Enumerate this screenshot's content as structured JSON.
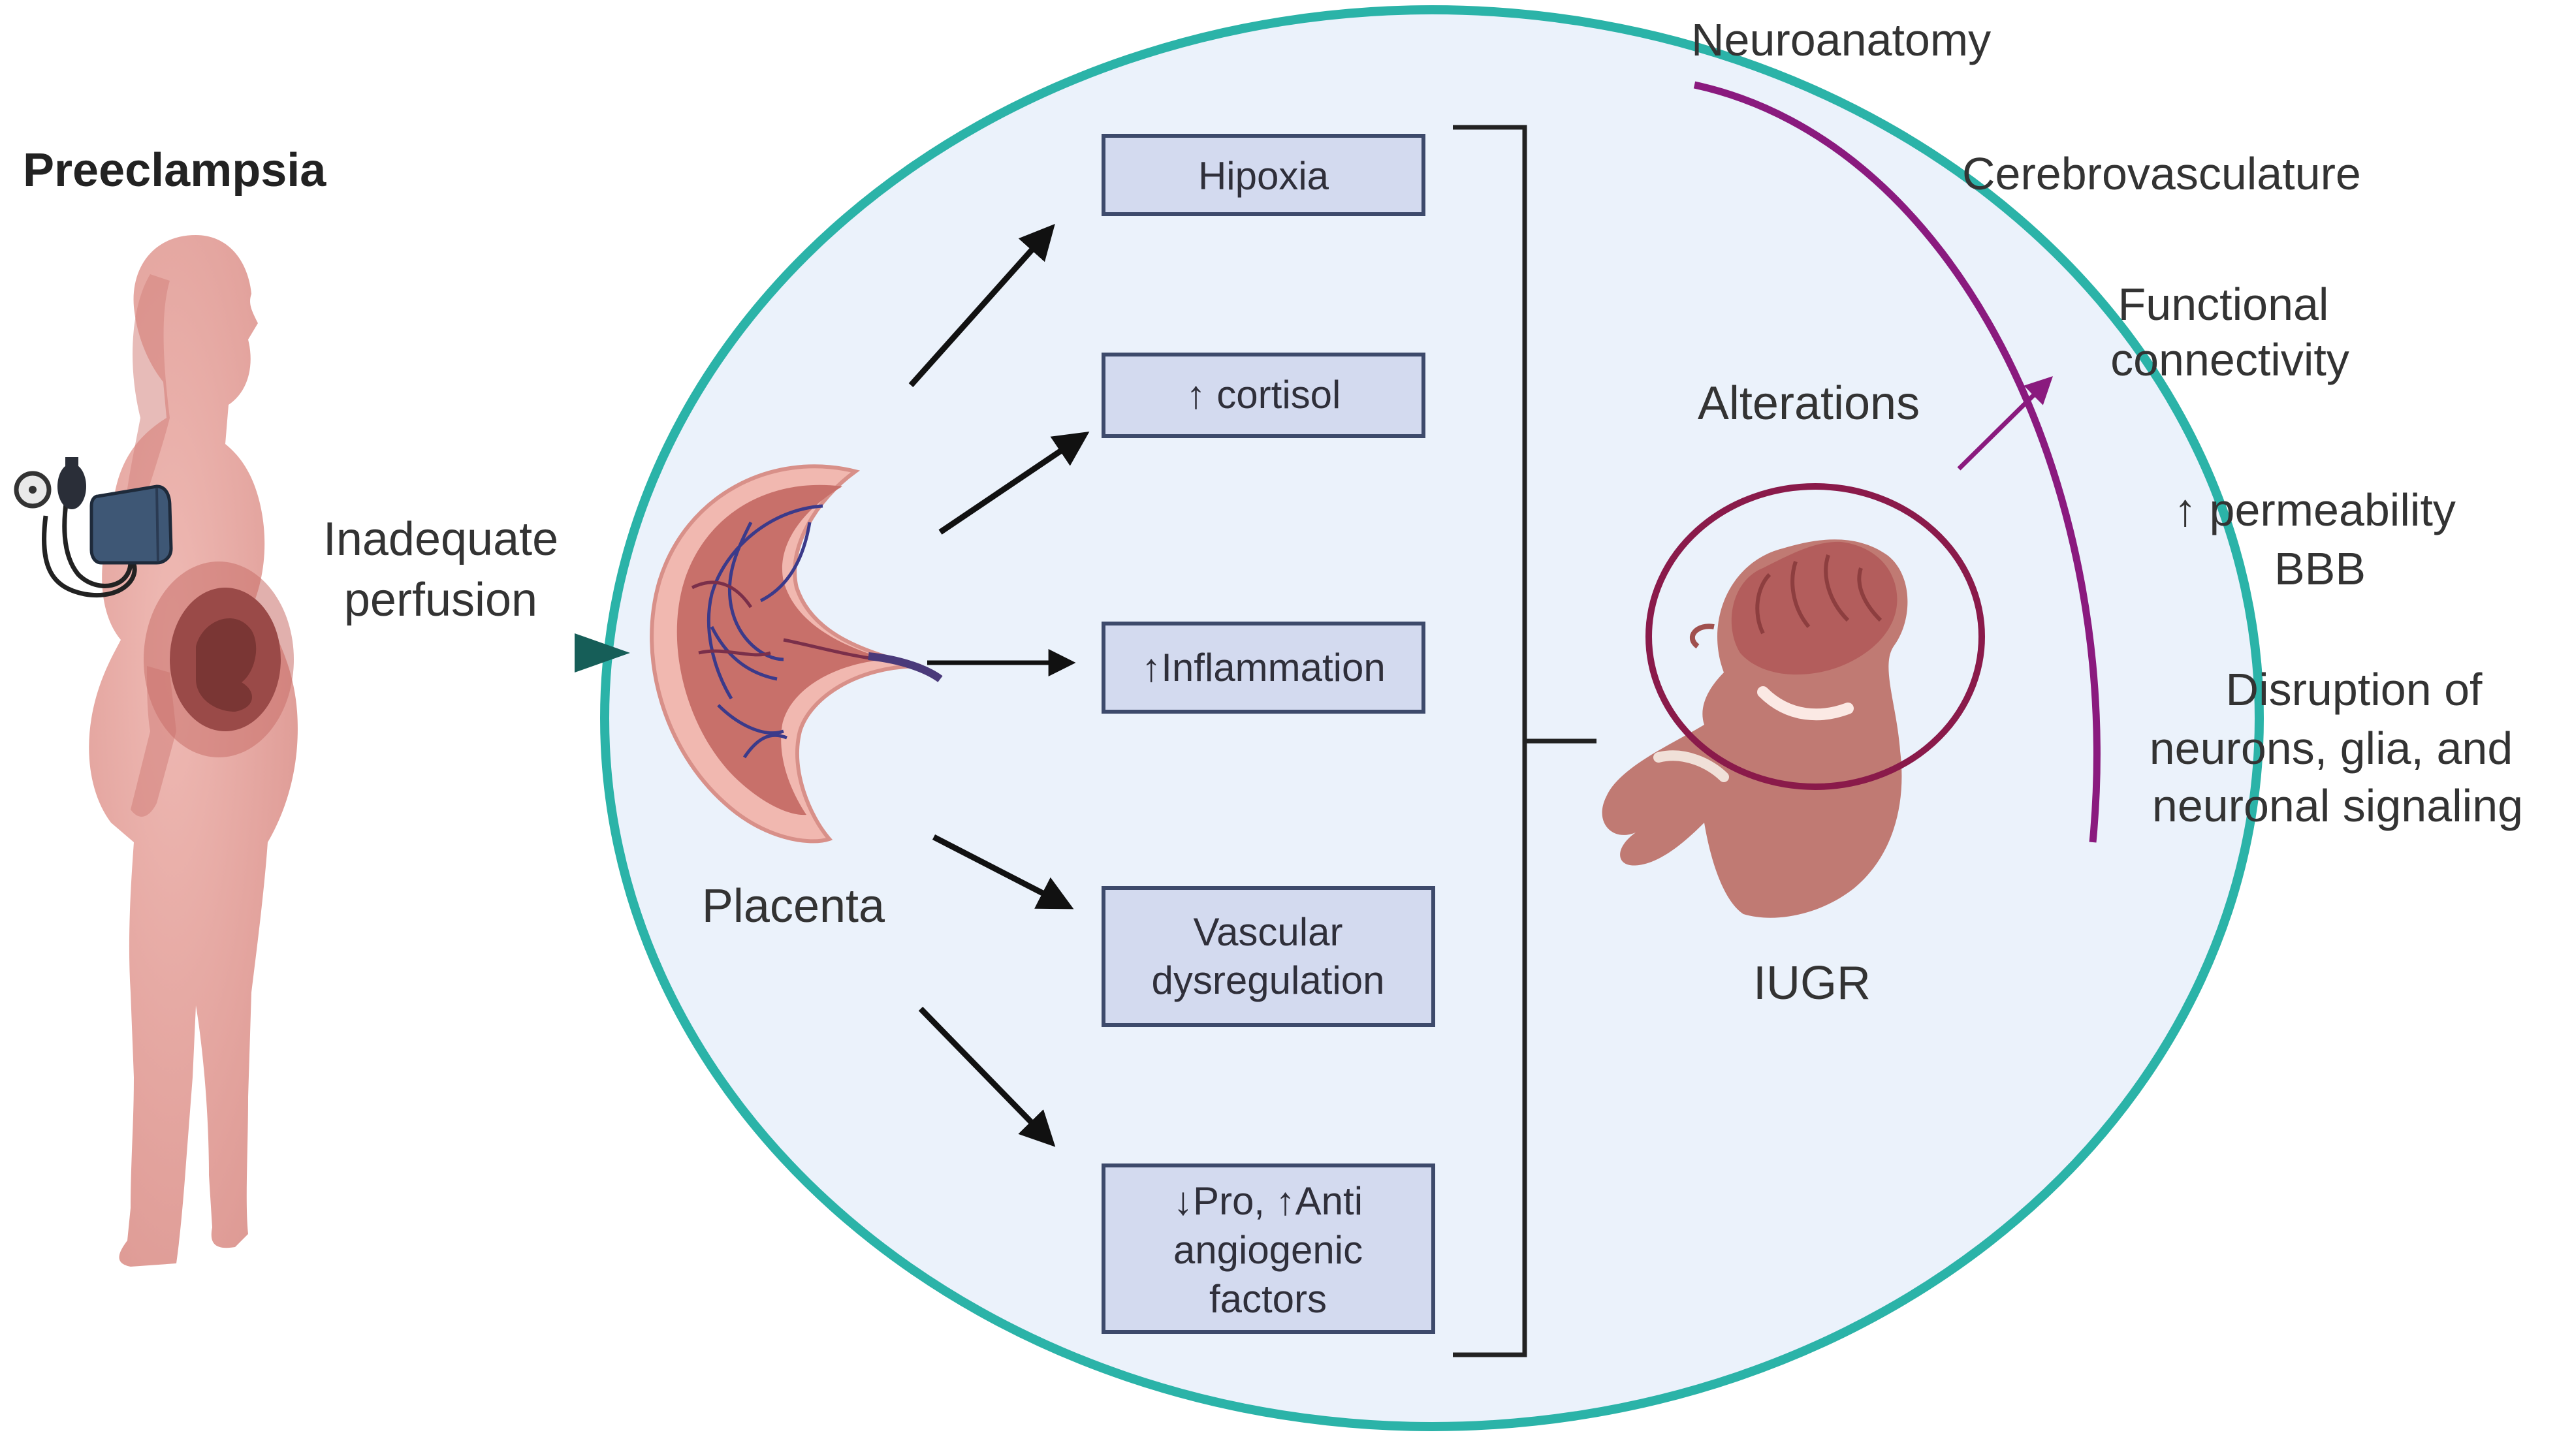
{
  "title": "Preeclampsia",
  "mother": {
    "perfusion_line1": "Inadequate",
    "perfusion_line2": "perfusion"
  },
  "placenta": {
    "label": "Placenta"
  },
  "effects": {
    "hypoxia": "Hipoxia",
    "cortisol": "↑ cortisol",
    "inflammation": "↑Inflammation",
    "vascular_line1": "Vascular",
    "vascular_line2": "dysregulation",
    "angio_line1": "↓Pro, ↑Anti",
    "angio_line2": "angiogenic",
    "angio_line3": "factors"
  },
  "fetus": {
    "alterations": "Alterations",
    "label": "IUGR"
  },
  "outcomes": {
    "neuroanatomy": "Neuroanatomy",
    "cerebrovasculature": "Cerebrovasculature",
    "functional_line1": "Functional",
    "functional_line2": "connectivity",
    "permeability_line1": "↑ permeability",
    "permeability_line2": "BBB",
    "disruption_line1": "Disruption of",
    "disruption_line2": "neurons, glia, and",
    "disruption_line3": "neuronal signaling"
  },
  "colors": {
    "circle_stroke": "#2bb3a8",
    "circle_fill": "#ebf2fb",
    "box_fill": "#d3daef",
    "box_stroke": "#3d4a6b",
    "purple": "#8a1a7e",
    "arrow_teal": "#165e58",
    "skin": "#e2a29d",
    "placenta": "#c8706a"
  }
}
